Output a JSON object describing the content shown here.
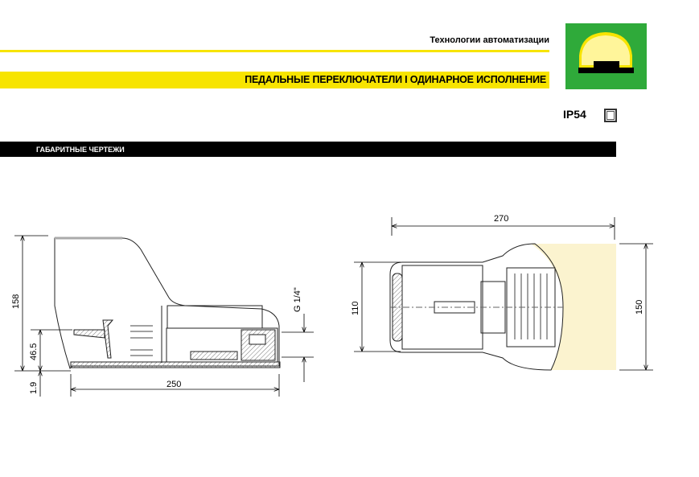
{
  "header": {
    "company_tagline": "Технологии автоматизации",
    "title": "ПЕДАЛЬНЫЕ ПЕРЕКЛЮЧАТЕЛИ I ОДИНАРНОЕ ИСПОЛНЕНИЕ",
    "protection_rating": "IP54"
  },
  "section": {
    "title": "ГАБАРИТНЫЕ ЧЕРТЕЖИ"
  },
  "side_view": {
    "dim_height": "158",
    "dim_pedal_height": "46.5",
    "dim_base": "1.9",
    "dim_length": "250",
    "dim_port": "G 1/4\""
  },
  "top_view": {
    "dim_width": "270",
    "dim_inner": "110",
    "dim_outer": "150"
  },
  "colors": {
    "yellow": "#f7e400",
    "green": "#2faa3a",
    "cream": "#fbf3cf"
  }
}
